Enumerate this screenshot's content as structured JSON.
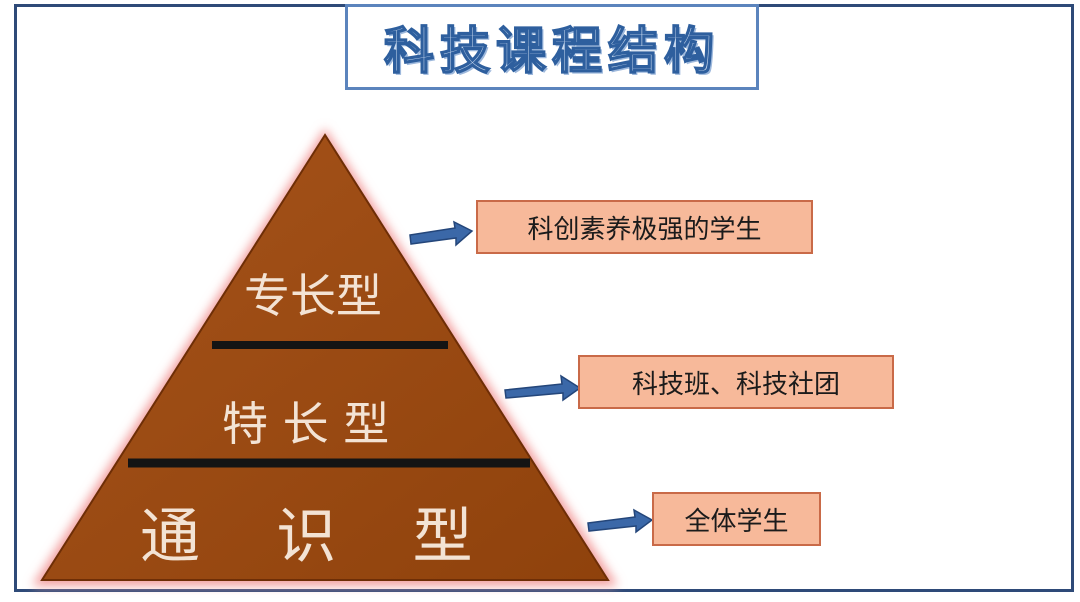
{
  "title": "科技课程结构",
  "pyramid": {
    "tiers": [
      {
        "label": "专长型"
      },
      {
        "label": "特 长 型"
      },
      {
        "label": "通    识    型"
      }
    ]
  },
  "callouts": [
    {
      "text": "科创素养极强的学生"
    },
    {
      "text": "科技班、科技社团"
    },
    {
      "text": "全体学生"
    }
  ],
  "colors": {
    "pyramid_fill": "#9a4a10",
    "pyramid_glow": "#f3a0a0",
    "divider": "#141414",
    "arrow": "#3b68a8",
    "callout_fill": "#f7b99a",
    "callout_border": "#c96a48",
    "title_border": "#5b84bd",
    "frame": "#2e4a78"
  }
}
